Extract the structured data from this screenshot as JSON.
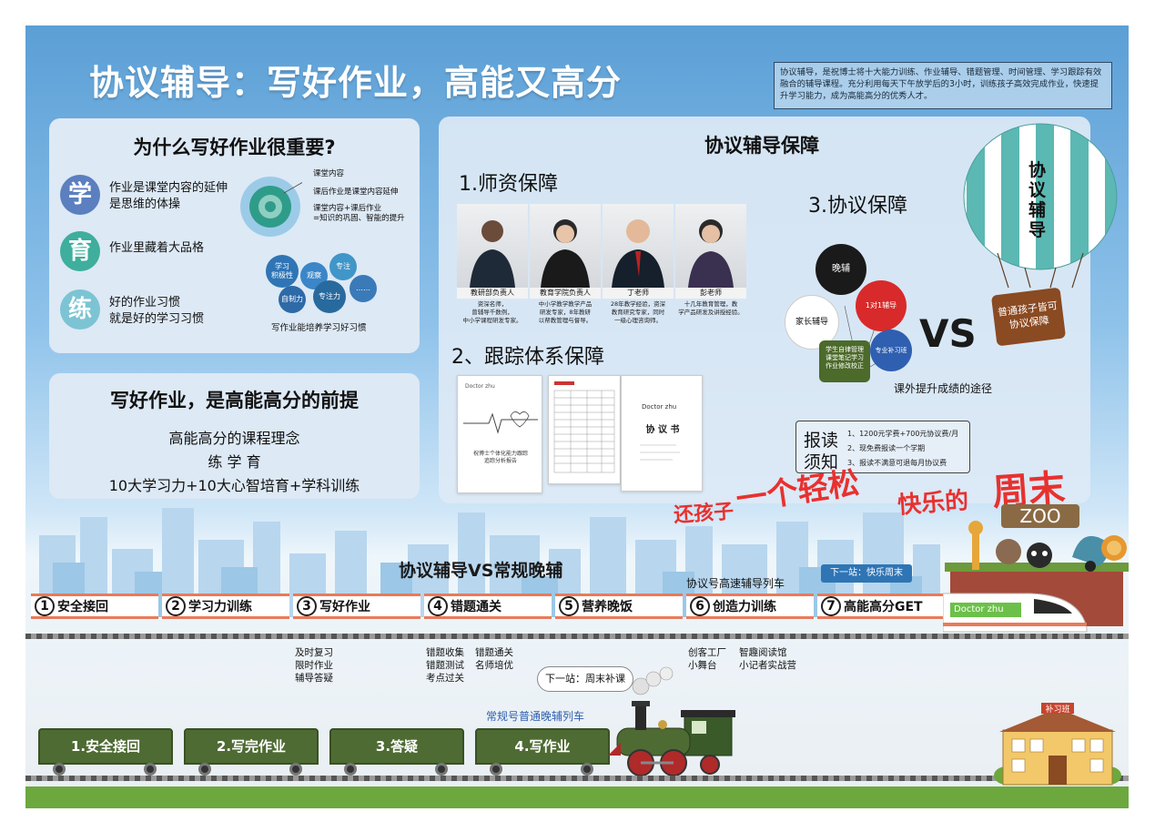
{
  "header": {
    "title": "协议辅导：写好作业，高能又高分",
    "intro": "协议辅导，是祝博士将十大能力训练、作业辅导、错题管理、时间管理、学习跟踪有效融合的辅导课程。充分利用每天下午放学后的3小时，训练孩子高效完成作业，快速提升学习能力，成为高能高分的优秀人才。"
  },
  "why": {
    "title": "为什么写好作业很重要?",
    "rows": [
      {
        "char": "学",
        "text": "作业是课堂内容的延伸\n是思维的体操",
        "color": "#5b7fbf"
      },
      {
        "char": "育",
        "text": "作业里藏着大品格",
        "color": "#3fae9c"
      },
      {
        "char": "练",
        "text": "好的作业习惯\n就是好的学习习惯",
        "color": "#7cc4d4"
      }
    ],
    "ring_labels": [
      "课堂内容",
      "课后作业是课堂内容延伸",
      "课堂内容+课后作业\n=知识的巩固、智能的提升"
    ],
    "bubbles": [
      "学习\n积极性",
      "观察",
      "专注",
      "自制力",
      "专注力",
      "……"
    ],
    "caption": "写作业能培养学习好习惯"
  },
  "premise": {
    "title": "写好作业，是高能高分的前提",
    "lines": [
      "高能高分的课程理念",
      "练 学 育",
      "10大学习力+10大心智培育+学科训练"
    ]
  },
  "guarantee": {
    "title": "协议辅导保障",
    "teachers_title": "1.师资保障",
    "teachers": [
      {
        "caption": "教研部负责人",
        "desc": "资深名师，\n曾辅导千数例，\n中小学课程研发专家。"
      },
      {
        "caption": "教育学院负责人",
        "desc": "中小学教学教学产品\n研发专家，8年教研\n以帮教管理与督导。"
      },
      {
        "caption": "丁老师",
        "desc": "28年教学经验，资深\n教育研究专家，同时\n一级心理咨询师。"
      },
      {
        "caption": "彭老师",
        "desc": "十几年教育管理，教\n学产品研发及讲授经验。"
      }
    ],
    "tracking_title": "2、跟踪体系保障",
    "doc1_brand": "Doctor zhu",
    "doc1_text": "祝博士个体化能力跟踪\n追踪分析报告",
    "doc3_brand": "Doctor zhu",
    "doc3_title": "协 议 书",
    "agreement_title": "3.协议保障",
    "balloons": [
      "晚辅",
      "家长辅导",
      "1对1辅导",
      "专业补习班",
      "学生自律管理\n课堂笔记学习\n作业修改校正"
    ],
    "vs": "VS",
    "vs_caption": "课外提升成绩的途径",
    "big_balloon": "协议辅导",
    "basket": "普通孩子皆可\n协议保障"
  },
  "notice": {
    "title1": "报读",
    "title2": "须知",
    "items": [
      "1、1200元学费+700元协议费/月",
      "2、现免费报读一个学期",
      "3、报读不满意可退每月协议费"
    ]
  },
  "weekend": {
    "slogan_a": "还孩子",
    "slogan_b": "一个轻松",
    "slogan_c": "快乐的",
    "slogan_d": "周末",
    "zoo": "ZOO"
  },
  "compare": {
    "title": "协议辅导VS常规晚辅",
    "express_label": "协议号高速辅导列车",
    "express_next": "下一站：快乐周末",
    "express_cars": [
      {
        "num": "1",
        "label": "安全接回"
      },
      {
        "num": "2",
        "label": "学习力训练"
      },
      {
        "num": "3",
        "label": "写好作业"
      },
      {
        "num": "4",
        "label": "错题通关"
      },
      {
        "num": "5",
        "label": "营养晚饭"
      },
      {
        "num": "6",
        "label": "创造力训练"
      },
      {
        "num": "7",
        "label": "高能高分GET"
      }
    ],
    "engine_brand": "Doctor zhu",
    "sub3": "及时复习\n限时作业\n辅导答疑",
    "sub4a": "错题收集\n错题测试\n考点过关",
    "sub4b": "错题通关\n名师培优",
    "sub6a": "创客工厂\n小舞台",
    "sub6b": "智趣阅读馆\n小记者实战营",
    "normal_next": "下一站：周末补课",
    "normal_label": "常规号普通晚辅列车",
    "normal_cars": [
      "1.安全接回",
      "2.写完作业",
      "3.答疑",
      "4.写作业"
    ],
    "school_sign": "补习班"
  }
}
